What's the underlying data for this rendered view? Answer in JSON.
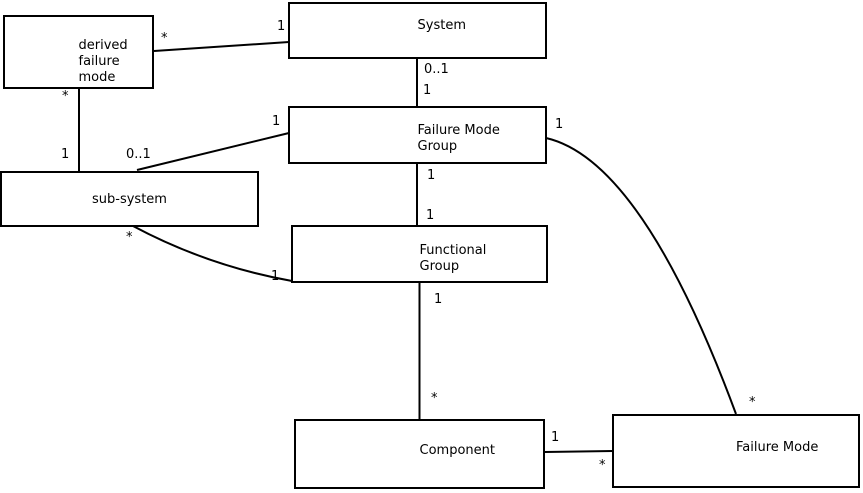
{
  "nodes": {
    "derived_failure_mode": {
      "label": "derived\nfailure\nmode"
    },
    "system": {
      "label": "System"
    },
    "failure_mode_group": {
      "label": "Failure Mode\nGroup"
    },
    "sub_system": {
      "label": "sub-system"
    },
    "functional_group": {
      "label": "Functional\nGroup"
    },
    "component": {
      "label": "Component"
    },
    "failure_mode": {
      "label": "Failure Mode"
    }
  },
  "associations": {
    "system_derived_failure_mode": {
      "at_derived_failure_mode": "*",
      "at_system": "1"
    },
    "derived_failure_mode_sub_system": {
      "at_derived_failure_mode": "*",
      "at_sub_system": "1"
    },
    "sub_system_failure_mode_group": {
      "at_sub_system": "0..1",
      "at_failure_mode_group": "1"
    },
    "system_failure_mode_group": {
      "at_system": "0..1",
      "at_failure_mode_group": "1"
    },
    "failure_mode_group_functional_group": {
      "at_failure_mode_group": "1",
      "at_functional_group": "1"
    },
    "functional_group_component": {
      "at_functional_group": "1",
      "at_component": "*"
    },
    "sub_system_functional_group": {
      "at_sub_system": "*",
      "at_functional_group": "1"
    },
    "failure_mode_group_failure_mode": {
      "at_failure_mode_group": "1",
      "at_failure_mode": "*"
    },
    "component_failure_mode": {
      "at_component": "1",
      "at_failure_mode": "*"
    }
  },
  "colors": {
    "line": "#000000",
    "text": "#000000",
    "background": "#ffffff"
  }
}
